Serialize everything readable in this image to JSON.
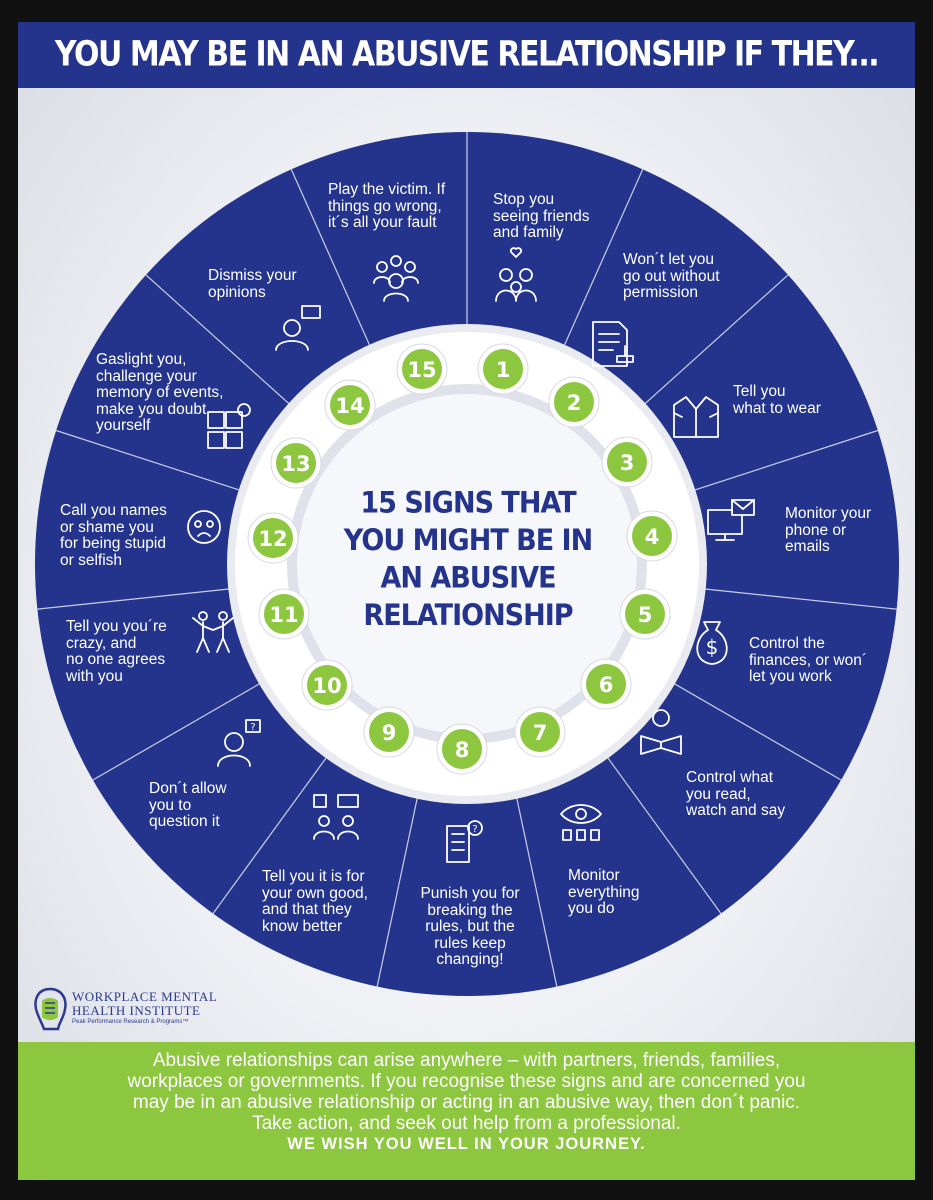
{
  "header": {
    "title": "YOU MAY BE IN AN ABUSIVE RELATIONSHIP IF THEY..."
  },
  "center": {
    "title_lines": [
      "15 SIGNS THAT",
      "YOU MIGHT BE IN",
      "AN ABUSIVE",
      "RELATIONSHIP"
    ]
  },
  "signs": [
    {
      "number": "1",
      "lines": [
        "Stop you",
        "seeing friends",
        "and family"
      ],
      "icon": "family-heart-icon"
    },
    {
      "number": "2",
      "lines": [
        "Won´t let you",
        "go out without",
        "permission"
      ],
      "icon": "document-stamp-icon"
    },
    {
      "number": "3",
      "lines": [
        "Tell you",
        "what to wear"
      ],
      "icon": "jacket-icon"
    },
    {
      "number": "4",
      "lines": [
        "Monitor your",
        "phone or",
        "emails"
      ],
      "icon": "computer-email-icon"
    },
    {
      "number": "5",
      "lines": [
        "Control the",
        "finances, or won´",
        "let you work"
      ],
      "icon": "money-bag-icon"
    },
    {
      "number": "6",
      "lines": [
        "Control what",
        "you read,",
        "watch and say"
      ],
      "icon": "person-reading-icon"
    },
    {
      "number": "7",
      "lines": [
        "Monitor",
        "everything",
        "you do"
      ],
      "icon": "eye-surveillance-icon"
    },
    {
      "number": "8",
      "lines": [
        "Punish you for",
        "breaking the",
        "rules, but the",
        "rules keep",
        "changing!"
      ],
      "icon": "rules-list-icon"
    },
    {
      "number": "9",
      "lines": [
        "Tell you it is for",
        "your own good,",
        "and that they",
        "know better"
      ],
      "icon": "people-talking-icon"
    },
    {
      "number": "10",
      "lines": [
        "Don´t allow",
        "you to",
        "question it"
      ],
      "icon": "person-question-icon"
    },
    {
      "number": "11",
      "lines": [
        "Tell you you´re",
        "crazy, and",
        "no one agrees",
        "with you"
      ],
      "icon": "dancing-people-icon"
    },
    {
      "number": "12",
      "lines": [
        "Call you names",
        "or shame you",
        "for being stupid",
        "or selfish"
      ],
      "icon": "sad-face-icon"
    },
    {
      "number": "13",
      "lines": [
        "Gaslight you,",
        "challenge your",
        "memory of events,",
        "make you doubt",
        "yourself"
      ],
      "icon": "puzzle-brain-icon"
    },
    {
      "number": "14",
      "lines": [
        "Dismiss your",
        "opinions"
      ],
      "icon": "person-speech-icon"
    },
    {
      "number": "15",
      "lines": [
        "Play the victim. If",
        "things go wrong,",
        "it´s all your fault"
      ],
      "icon": "victim-group-icon"
    }
  ],
  "logo": {
    "line1": "WORKPLACE MENTAL",
    "line2": "HEALTH INSTITUTE",
    "tagline": "Peak Performance Research & Programs™"
  },
  "footer": {
    "lines": [
      "Abusive relationships can arise anywhere – with partners, friends, families,",
      "workplaces or governments. If you recognise these signs and are concerned you",
      "may be in an abusive relationship or acting in an abusive way, then don´t panic.",
      "Take action, and seek out help from a professional."
    ],
    "closing": "WE WISH YOU WELL IN YOUR JOURNEY."
  },
  "colors": {
    "navy": "#24348d",
    "green": "#8dc63f",
    "white": "#ffffff"
  }
}
